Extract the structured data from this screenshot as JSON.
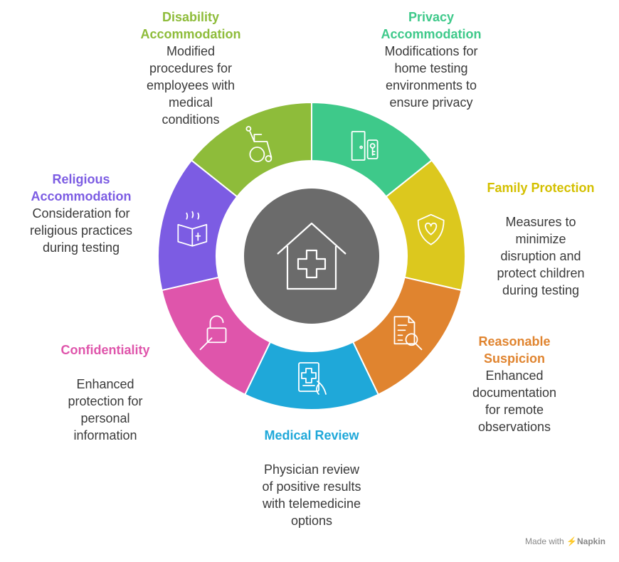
{
  "center": {
    "icon": "home-medical-icon",
    "color": "#6b6b6b"
  },
  "segments": [
    {
      "key": "privacy",
      "title": "Privacy\nAccommodation",
      "description": "Modifications for\nhome testing\nenvironments to\nensure privacy",
      "color": "#3ec98a",
      "icon": "door-key-icon"
    },
    {
      "key": "family",
      "title": "Family Protection",
      "description": "Measures to\nminimize\ndisruption and\nprotect children\nduring testing",
      "color": "#dcc81e",
      "icon": "shield-heart-icon"
    },
    {
      "key": "suspicion",
      "title": "Reasonable\nSuspicion",
      "description": "Enhanced\ndocumentation\nfor remote\nobservations",
      "color": "#e0842f",
      "icon": "document-search-icon"
    },
    {
      "key": "medical",
      "title": "Medical Review",
      "description": "Physician review\nof positive results\nwith telemedicine\noptions",
      "color": "#1fa8d9",
      "icon": "tablet-medical-icon"
    },
    {
      "key": "confidentiality",
      "title": "Confidentiality",
      "description": "Enhanced\nprotection for\npersonal\ninformation",
      "color": "#df55ab",
      "icon": "unlock-icon"
    },
    {
      "key": "religious",
      "title": "Religious\nAccommodation",
      "description": "Consideration for\nreligious practices\nduring testing",
      "color": "#7c5ce3",
      "icon": "holy-book-icon"
    },
    {
      "key": "disability",
      "title": "Disability\nAccommodation",
      "description": "Modified\nprocedures for\nemployees with\nmedical\nconditions",
      "color": "#8ebc3a",
      "icon": "wheelchair-icon"
    }
  ],
  "credit": {
    "prefix": "Made with",
    "brand": "Napkin"
  }
}
